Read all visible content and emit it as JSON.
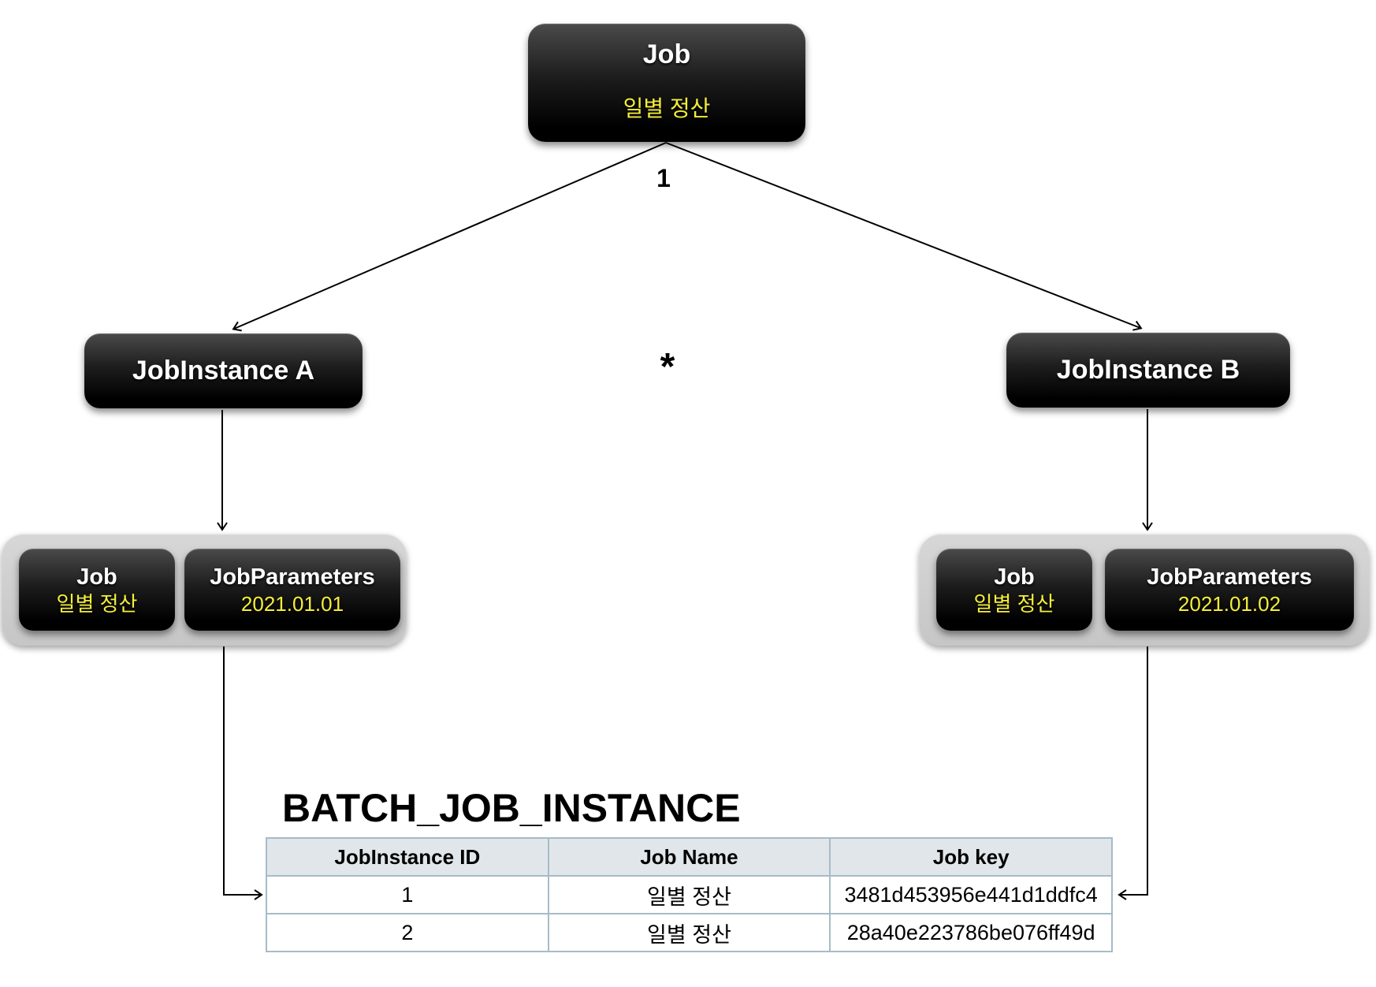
{
  "colors": {
    "accent_yellow": "#f4ee3a",
    "node_black": "#000000",
    "group_gray": "#c9c9c9",
    "table_header_bg": "#e0e6ea",
    "table_border": "#a7bbc7",
    "line": "#000000"
  },
  "top_job": {
    "title": "Job",
    "subtitle": "일별 정산"
  },
  "multiplicity": {
    "one": "1",
    "many": "*"
  },
  "instance_a": {
    "label": "JobInstance A"
  },
  "instance_b": {
    "label": "JobInstance B"
  },
  "group_a": {
    "job_title": "Job",
    "job_value": "일별 정산",
    "params_title": "JobParameters",
    "params_value": "2021.01.01"
  },
  "group_b": {
    "job_title": "Job",
    "job_value": "일별 정산",
    "params_title": "JobParameters",
    "params_value": "2021.01.02"
  },
  "table": {
    "title": "BATCH_JOB_INSTANCE",
    "headers": [
      "JobInstance ID",
      "Job Name",
      "Job key"
    ],
    "rows": [
      [
        "1",
        "일별 정산",
        "3481d453956e441d1ddfc4"
      ],
      [
        "2",
        "일별 정산",
        "28a40e223786be076ff49d"
      ]
    ]
  }
}
